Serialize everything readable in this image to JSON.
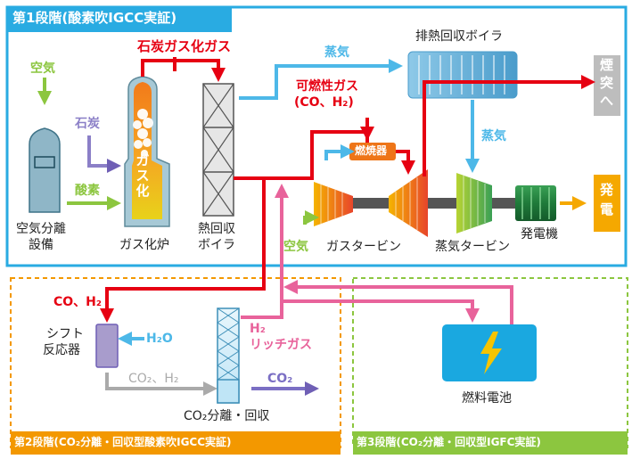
{
  "stage1": {
    "title": "第1段階(酸素吹IGCC実証)"
  },
  "stage2": {
    "title": "第2段階(CO₂分離・回収型酸素吹IGCC実証)"
  },
  "stage3": {
    "title": "第3段階(CO₂分離・回収型IGFC実証)"
  },
  "labels": {
    "air_in": "空気",
    "coal": "石炭",
    "oxygen": "酸素",
    "asu_line1": "空気分離",
    "asu_line2": "設備",
    "coal_gas": "石炭ガス化ガス",
    "gasifier_text": "ガス化",
    "gasifier_name": "ガス化炉",
    "hrb_line1": "熱回収",
    "hrb_line2": "ボイラ",
    "steam_top": "蒸気",
    "hrsg": "排熱回収ボイラ",
    "stack_line1": "煙",
    "stack_line2": "突",
    "stack_line3": "へ",
    "combustible_line1": "可燃性ガス",
    "combustible_line2": "(CO、H₂)",
    "combustor": "燃焼器",
    "steam_right": "蒸気",
    "air_gt": "空気",
    "gas_turbine": "ガスタービン",
    "steam_turbine": "蒸気タービン",
    "generator": "発電機",
    "power_line1": "発",
    "power_line2": "電",
    "co_h2": "CO、H₂",
    "shift_line1": "シフト",
    "shift_line2": "反応器",
    "h2o": "H₂O",
    "co2_h2": "CO₂、H₂",
    "co2": "CO₂",
    "co2_sep": "CO₂分離・回収",
    "h2_line1": "H₂",
    "h2_line2": "リッチガス",
    "fuel_cell": "燃料電池"
  },
  "colors": {
    "stage1": "#29abe2",
    "stage2": "#f39800",
    "stage3": "#8cc63f",
    "syngas": "#e60012",
    "steam": "#4db8e8",
    "air": "#8cc63f",
    "coal": "#8b7fc7",
    "hydrogen": "#e8639b",
    "power": "#f5a800",
    "gray": "#aaaaaa"
  },
  "icons": {
    "fuel_cell": "lightning-bolt-icon",
    "generator": "generator-icon"
  }
}
